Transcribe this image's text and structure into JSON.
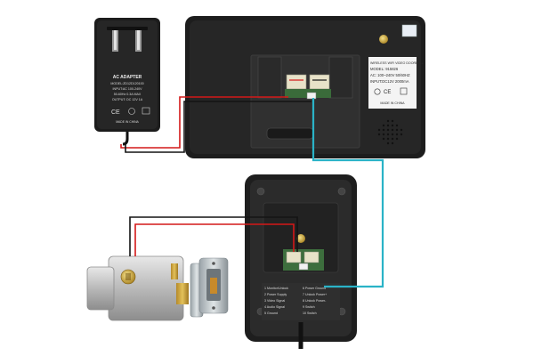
{
  "adapter": {
    "heading": "AC ADAPTER",
    "lines": [
      "MODEL:ZD12D120100",
      "INPUT:AC 100-240V",
      "50-60Hz 0.3A MAX",
      "OUTPUT: DC 12V 1A"
    ],
    "footer": "MADE IN CHINA"
  },
  "monitor": {
    "label_lines": [
      "WIRELESS WIFI VIDEO DOORBELL",
      "MODEL: 915826",
      "AC: 100~240V  50/60HZ",
      "INPUT:DC12V  2000mA"
    ],
    "made_in": "MADE IN CHINA"
  },
  "doorbell": {
    "terminal_lines": [
      "1 Monitor/Unlock",
      "2 Power Supply",
      "3 Video Signal",
      "4 Audio Signal",
      "5 Ground"
    ],
    "terminal_lines_right": [
      "6 Power Ground",
      "7 Unlock Power+",
      "8 Unlock Power-",
      "9 Switch",
      "10 Switch"
    ]
  },
  "wire_colors": {
    "red": "#d41818",
    "black": "#141414",
    "cyan": "#2ab3c7"
  }
}
